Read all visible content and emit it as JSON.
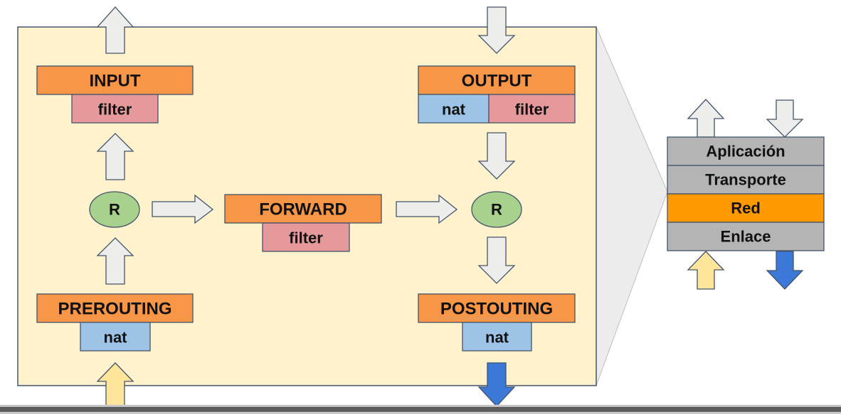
{
  "colors": {
    "background": "#ffffff",
    "main_box_fill": "#fff2cc",
    "main_box_stroke": "#44546a",
    "chain_fill": "#f79646",
    "filter_fill": "#e6999a",
    "nat_fill": "#9dc3e6",
    "router_fill": "#a9d18e",
    "arrow_fill": "#ededeb",
    "arrow_in_fill": "#ffe599",
    "arrow_out_fill": "#3b78d8",
    "layer_fill": "#b4b4b4",
    "layer_highlight_fill": "#ff9900",
    "funnel_fill": "#ececec"
  },
  "chains": {
    "input": {
      "label": "INPUT",
      "tables": [
        "filter"
      ]
    },
    "output": {
      "label": "OUTPUT",
      "tables": [
        "nat",
        "filter"
      ]
    },
    "forward": {
      "label": "FORWARD",
      "tables": [
        "filter"
      ]
    },
    "prerouting": {
      "label": "PREROUTING",
      "tables": [
        "nat"
      ]
    },
    "postrouting": {
      "label": "POSTOUTING",
      "tables": [
        "nat"
      ]
    }
  },
  "routers": {
    "left": {
      "label": "R"
    },
    "right": {
      "label": "R"
    }
  },
  "layers": [
    {
      "label": "Aplicación",
      "highlight": false
    },
    {
      "label": "Transporte",
      "highlight": false
    },
    {
      "label": "Red",
      "highlight": true
    },
    {
      "label": "Enlace",
      "highlight": false
    }
  ]
}
